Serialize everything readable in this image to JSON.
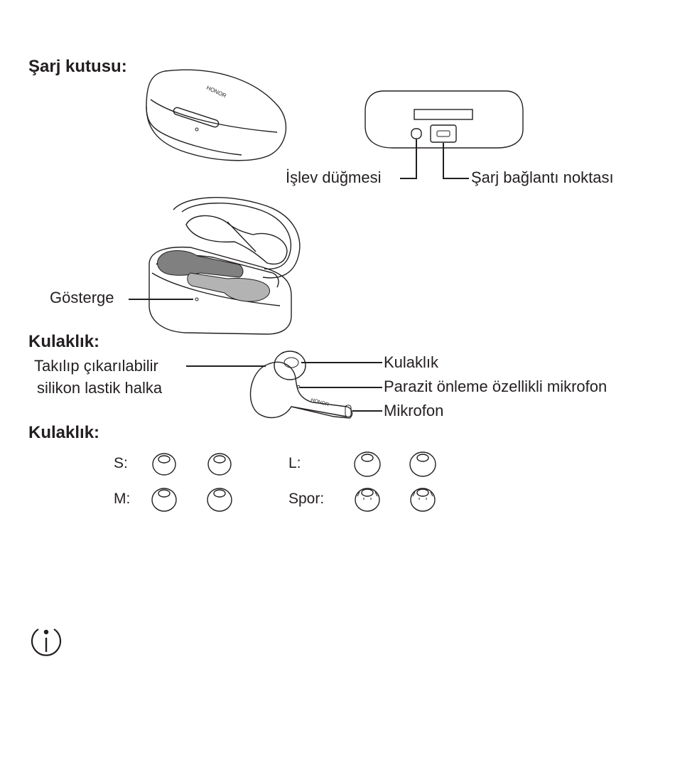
{
  "headings": {
    "charging_case": "Şarj kutusu:",
    "earbud": "Kulaklık:",
    "eartips": "Kulaklık:"
  },
  "case_callouts": {
    "function_button": "İşlev düğmesi",
    "charging_port": "Şarj bağlantı noktası",
    "indicator": "Gösterge"
  },
  "earbud_callouts": {
    "ear_tip_line1": "Takılıp çıkarılabilir",
    "ear_tip_line2": "silikon lastik halka",
    "earbud": "Kulaklık",
    "noise_mic": "Parazit önleme özellikli mikrofon",
    "mic": "Mikrofon"
  },
  "eartip_sizes": {
    "small": "S:",
    "medium": "M:",
    "large": "L:",
    "sport": "Spor:"
  },
  "case_brand": "HONOR",
  "earbud_brand": "HONOR",
  "icons": {
    "note": "info-icon"
  }
}
